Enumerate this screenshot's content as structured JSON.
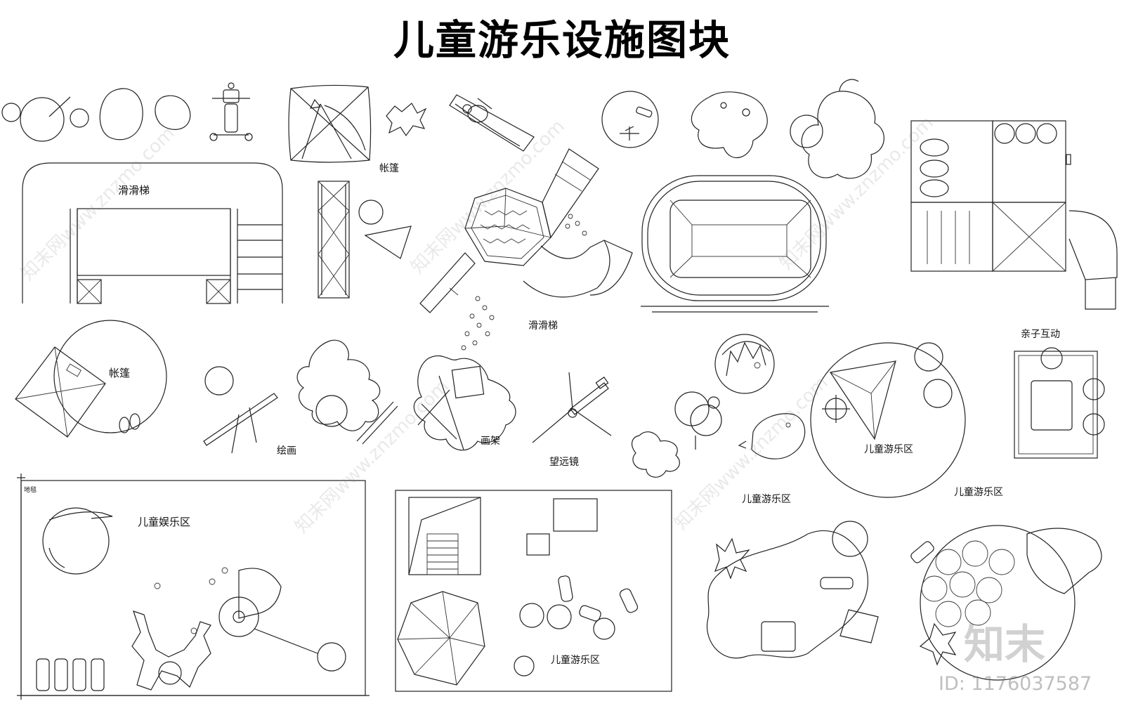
{
  "title": "儿童游乐设施图块",
  "labels": {
    "slide_1": "滑滑梯",
    "tent_1": "帐篷",
    "slide_2": "滑滑梯",
    "parent_child": "亲子互动",
    "tent_2": "帐篷",
    "drawing": "绘画",
    "easel": "画架",
    "telescope": "望远镜",
    "play_area_circle": "儿童游乐区",
    "rug": "地毯",
    "entertainment_area": "儿童娱乐区",
    "play_area_box": "儿童游乐区",
    "play_area_free": "儿童游乐区",
    "play_area_bottom_right": "儿童游乐区"
  },
  "watermark": {
    "site": "知末网www.znzmo.com",
    "logo": "知末",
    "id": "ID: 1176037587"
  }
}
